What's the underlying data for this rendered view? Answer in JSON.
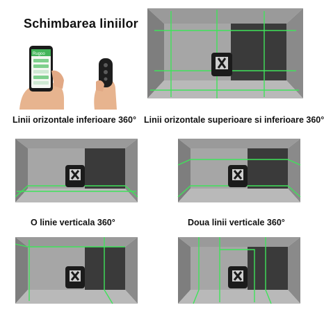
{
  "header": {
    "title": "Schimbarea liniilor"
  },
  "phone": {
    "app_label": "Rugoo"
  },
  "captions": {
    "lower_horizontal": "Linii orizontale inferioare 360°",
    "upper_lower_horizontal": "Linii orizontale superioare si inferioare 360°",
    "one_vertical": "O linie verticala 360°",
    "two_vertical": "Doua linii verticale 360°"
  },
  "colors": {
    "laser": "#3fe35a",
    "room_wall": "#8c8c8c",
    "room_back": "#a4a4a4",
    "room_floor": "#b9b9b9",
    "room_dark": "#3a3a3a",
    "device": "#1b1b1b"
  }
}
